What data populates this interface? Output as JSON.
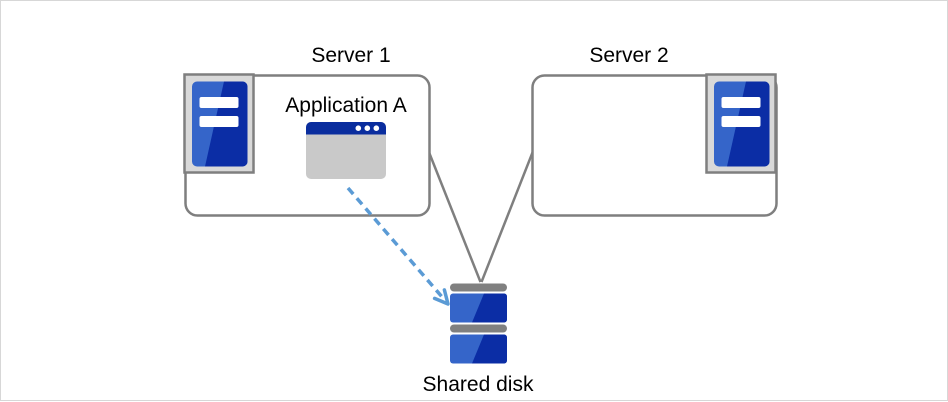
{
  "diagram": {
    "nodes": {
      "server1": {
        "label": "Server 1",
        "icon": "server-tower-icon"
      },
      "server2": {
        "label": "Server 2",
        "icon": "server-tower-icon"
      },
      "application": {
        "label": "Application A",
        "icon": "app-window-icon",
        "host": "server1"
      },
      "shared_disk": {
        "label": "Shared disk",
        "icon": "disk-stack-icon"
      }
    },
    "connectors": [
      {
        "from": "server1",
        "to": "shared_disk",
        "style": "solid-gray"
      },
      {
        "from": "server2",
        "to": "shared_disk",
        "style": "solid-gray"
      },
      {
        "from": "application",
        "to": "shared_disk",
        "style": "dashed-blue-arrow"
      }
    ]
  },
  "colors": {
    "canvas_border": "#d7d7d7",
    "box_border": "#7f7f7f",
    "connector_gray": "#7f7f7f",
    "icon_frame_fill": "#d9d9d9",
    "icon_frame_border": "#7f7f7f",
    "server_blue": "#3565c9",
    "server_blue_dark": "#0b2da5",
    "window_titlebar_blue": "#0a2d9e",
    "window_body_gray": "#c9c9c9",
    "disk_bar_gray": "#808080",
    "arrow_blue": "#5b9bd5",
    "label_color": "#000000"
  }
}
